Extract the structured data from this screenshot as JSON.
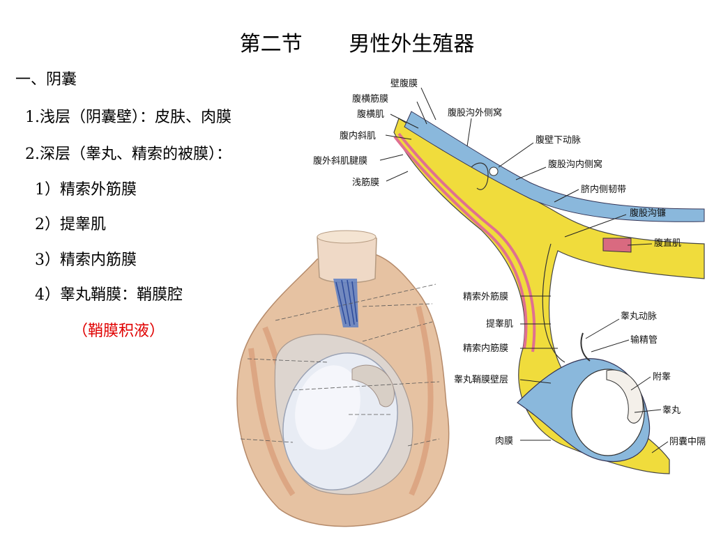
{
  "slide": {
    "title": "第二节       男性外生殖器",
    "heading": "一、阴囊",
    "items": [
      "1.浅层（阴囊壁）：皮肤、肉膜",
      "2.深层（睾丸、精索的被膜）：",
      "1）精索外筋膜",
      "2）提睾肌",
      "3）精索内筋膜",
      "4）睾丸鞘膜：鞘膜腔"
    ],
    "note": "（鞘膜积液）"
  },
  "diagram": {
    "labels_left": [
      "壁腹膜",
      "腹横筋膜",
      "腹横肌",
      "腹内斜肌",
      "腹外斜肌腱膜",
      "浅筋膜",
      "精索外筋膜",
      "提睾肌",
      "精索内筋膜",
      "睾丸鞘膜壁层",
      "肉膜"
    ],
    "labels_right": [
      "腹股沟外侧窝",
      "腹壁下动脉",
      "腹股沟内侧窝",
      "脐内侧韧带",
      "腹股沟镰",
      "腹直肌",
      "睾丸动脉",
      "输精管",
      "附睾",
      "睾丸",
      "阴囊中隔"
    ]
  },
  "colors": {
    "yellow_fascia": "#f0dc3c",
    "blue_peritoneum": "#8ab8dc",
    "pink_muscle": "#e8a0b0",
    "red_note": "#e00000"
  }
}
